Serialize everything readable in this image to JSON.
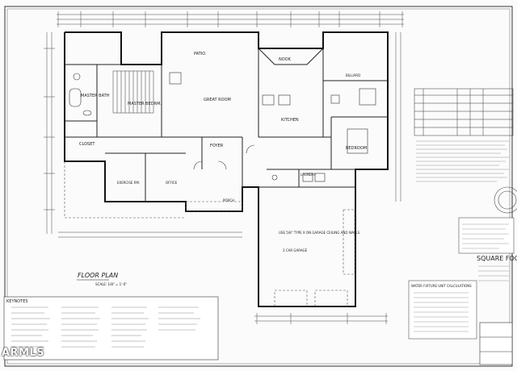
{
  "plan": {
    "title": "FLOOR PLAN",
    "scale": "SCALE: 1/8\" = 1'-0\"",
    "rooms": {
      "master_bath": "MASTER BATH",
      "master_bed": "MASTER BEDRM.",
      "patio": "PATIO",
      "great_room": "GREAT ROOM",
      "nook": "NOOK",
      "billiard": "BILLIARD",
      "kitchen": "KITCHEN",
      "bedroom": "BEDROOM",
      "closet": "CLOSET",
      "foyer": "FOYER",
      "exercise": "EXERCISE RM.",
      "office": "OFFICE",
      "porch": "PORCH",
      "laundry": "LAUNDRY",
      "garage_note": "USE 5/8\" TYPE X ON GARAGE CEILING AND WALLS",
      "garage": "3 CAR GARAGE"
    },
    "square_footage": "SQUARE FOO",
    "keynotes_title": "KEYNOTES",
    "fixture_title": "WATER FIXTURE UNIT CALCULATIONS"
  },
  "watermark": "ARMLS"
}
